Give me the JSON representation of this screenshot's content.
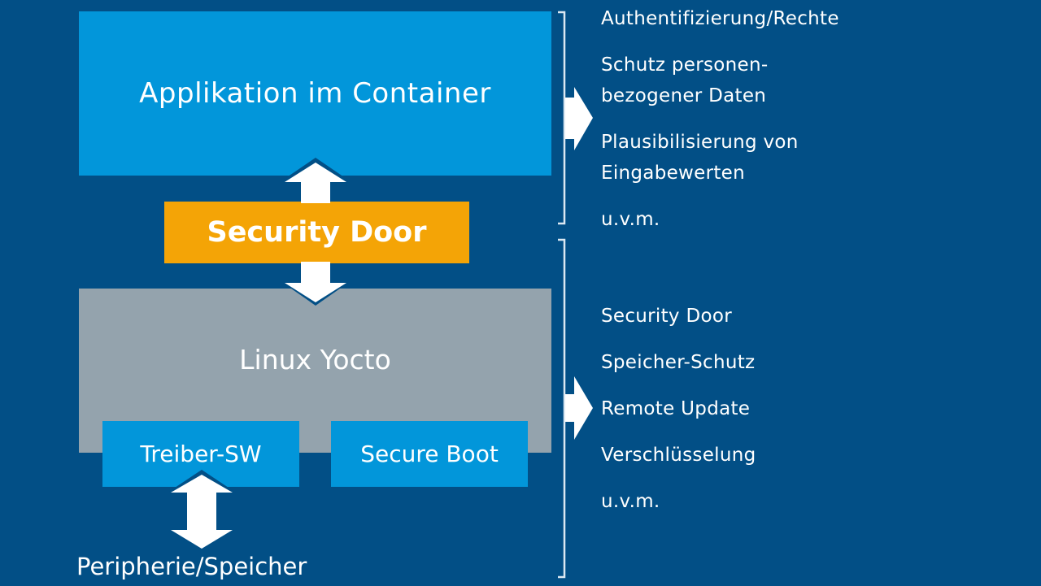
{
  "diagram": {
    "layers": {
      "application": "Applikation im Container",
      "security_door": "Security Door",
      "os": "Linux Yocto",
      "driver": "Treiber-SW",
      "secure_boot": "Secure Boot",
      "peripheral": "Peripherie/Speicher"
    },
    "application_features": [
      "Authentifizierung/Rechte",
      "Schutz personen-",
      "bezogener Daten",
      "Plausibilisierung von",
      "Eingabewerten",
      "u.v.m."
    ],
    "os_features": [
      "Security Door",
      "Speicher-Schutz",
      "Remote Update",
      "Verschlüsselung",
      "u.v.m."
    ],
    "colors": {
      "background": "#024f86",
      "application": "#0296da",
      "security_door": "#f4a406",
      "os": "#94a3ad",
      "text": "#ffffff"
    }
  }
}
